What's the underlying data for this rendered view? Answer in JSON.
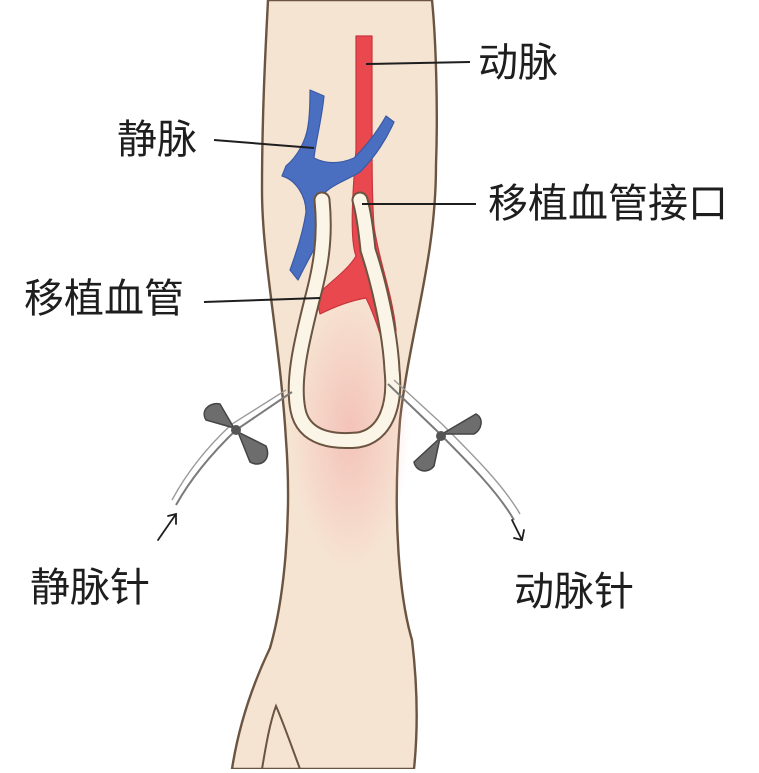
{
  "labels": {
    "artery": "动脉",
    "vein": "静脉",
    "graft_junction": "移植血管接口",
    "graft": "移植血管",
    "venous_needle": "静脉针",
    "arterial_needle": "动脉针"
  },
  "colors": {
    "skin": "#f6e4d3",
    "skin_outline": "#6b5440",
    "artery": "#e8484e",
    "vein": "#4a6fc0",
    "graft": "#fbf5e8",
    "needle_wing": "#6d6d6d",
    "leader_line": "#1e1e1e"
  }
}
